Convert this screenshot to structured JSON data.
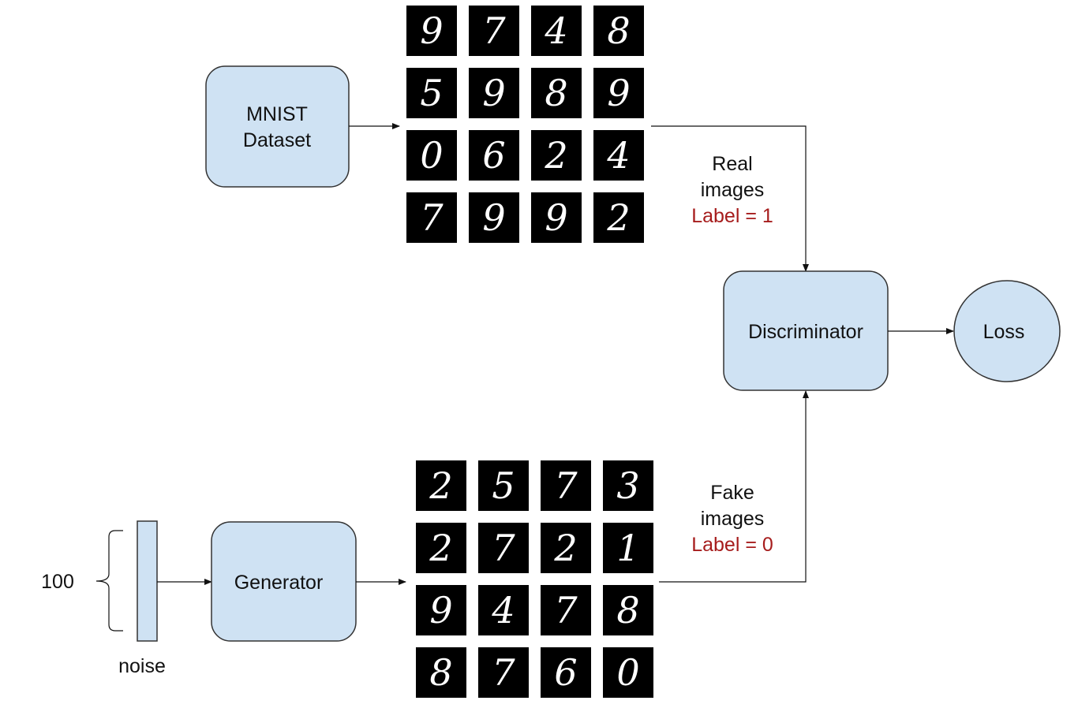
{
  "mnist_box": {
    "line1": "MNIST",
    "line2": "Dataset"
  },
  "generator_box": {
    "label": "Generator"
  },
  "discriminator_box": {
    "label": "Discriminator"
  },
  "loss_node": {
    "label": "Loss"
  },
  "noise": {
    "size_label": "100",
    "caption": "noise"
  },
  "real_branch": {
    "line1": "Real",
    "line2": "images",
    "label_text": "Label = 1"
  },
  "fake_branch": {
    "line1": "Fake",
    "line2": "images",
    "label_text": "Label = 0"
  },
  "real_digits": [
    "9",
    "7",
    "4",
    "8",
    "5",
    "9",
    "8",
    "9",
    "0",
    "6",
    "2",
    "4",
    "7",
    "9",
    "9",
    "2"
  ],
  "fake_digits": [
    "2",
    "5",
    "7",
    "3",
    "2",
    "7",
    "2",
    "1",
    "9",
    "4",
    "7",
    "8",
    "8",
    "7",
    "6",
    "0"
  ],
  "colors": {
    "box_fill": "#cfe2f3",
    "label_red": "#a61c1c"
  }
}
